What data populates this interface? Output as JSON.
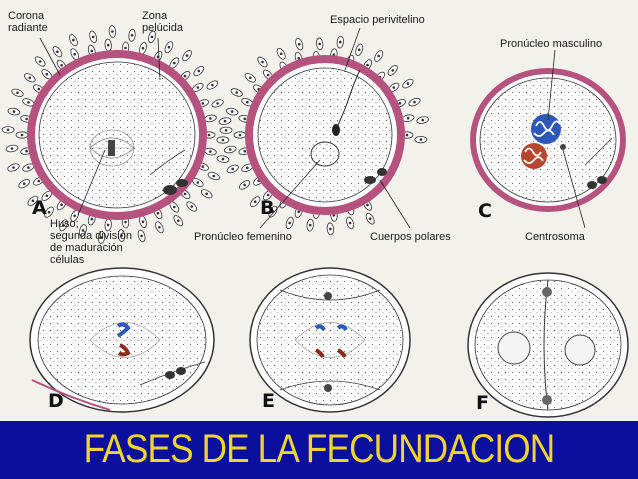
{
  "labels": {
    "corona_radiante": "Corona\nradiante",
    "zona_pelucida": "Zona\npelúcida",
    "espacio_perivitelino": "Espacio perivitelino",
    "pronucleo_masculino": "Pronúcleo masculino",
    "huso": "Huso;\nsegunda división\nde maduración\ncélulas",
    "pronucleo_femenino": "Pronúcleo femenino",
    "cuerpos_polares": "Cuerpos polares",
    "centrosoma": "Centrosoma"
  },
  "panels": {
    "a": "A",
    "b": "B",
    "c": "C",
    "d": "D",
    "e": "E",
    "f": "F"
  },
  "banner": {
    "title": "FASES DE LA FECUNDACION"
  },
  "colors": {
    "zona": "#b5527e",
    "male_pronucleus": "#2d57b8",
    "female_pronucleus": "#b8452e",
    "banner_bg": "#0b0f9e",
    "banner_text": "#f2d52c"
  }
}
